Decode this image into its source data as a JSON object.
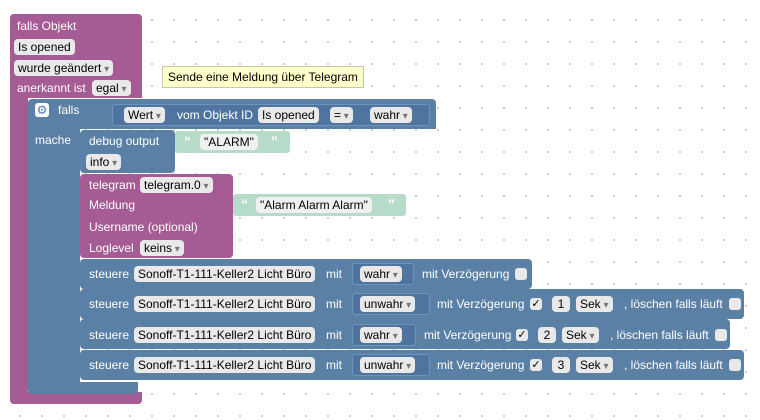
{
  "tooltip": {
    "text": "Sende eine Meldung über Telegram"
  },
  "trigger": {
    "line1": "falls Objekt",
    "object": "Is opened",
    "changed": "wurde geändert",
    "ack_label": "anerkannt ist",
    "ack_value": "egal"
  },
  "if_block": {
    "if_label": "falls",
    "value_mode": "Wert",
    "from_label": "vom Objekt ID",
    "object": "Is opened",
    "operator": "=",
    "value": "wahr",
    "do_label": "mache"
  },
  "debug": {
    "label": "debug output",
    "text": "\"ALARM\"",
    "level": "info"
  },
  "telegram": {
    "label": "telegram",
    "instance": "telegram.0",
    "message_label": "Meldung",
    "message": "\"Alarm Alarm Alarm\"",
    "username_label": "Username (optional)",
    "loglevel_label": "Loglevel",
    "loglevel": "keins"
  },
  "controls": [
    {
      "steuere": "steuere",
      "device": "Sonoff-T1-111-Keller2 Licht Büro",
      "with": "mit",
      "value": "wahr",
      "delay_label": "mit Verzögerung",
      "checked": false
    },
    {
      "steuere": "steuere",
      "device": "Sonoff-T1-111-Keller2 Licht Büro",
      "with": "mit",
      "value": "unwahr",
      "delay_label": "mit Verzögerung",
      "checked": true,
      "check_mark": "✓",
      "amount": "1",
      "unit": "Sek",
      "clear_label": ", löschen falls läuft"
    },
    {
      "steuere": "steuere",
      "device": "Sonoff-T1-111-Keller2 Licht Büro",
      "with": "mit",
      "value": "wahr",
      "delay_label": "mit Verzögerung",
      "checked": true,
      "check_mark": "✓",
      "amount": "2",
      "unit": "Sek",
      "clear_label": ", löschen falls läuft"
    },
    {
      "steuere": "steuere",
      "device": "Sonoff-T1-111-Keller2 Licht Büro",
      "with": "mit",
      "value": "unwahr",
      "delay_label": "mit Verzögerung",
      "checked": true,
      "check_mark": "✓",
      "amount": "3",
      "unit": "Sek",
      "clear_label": ", löschen falls läuft"
    }
  ],
  "quote_mark": "“",
  "quote_mark_close": "”",
  "gear_glyph": "⚙"
}
